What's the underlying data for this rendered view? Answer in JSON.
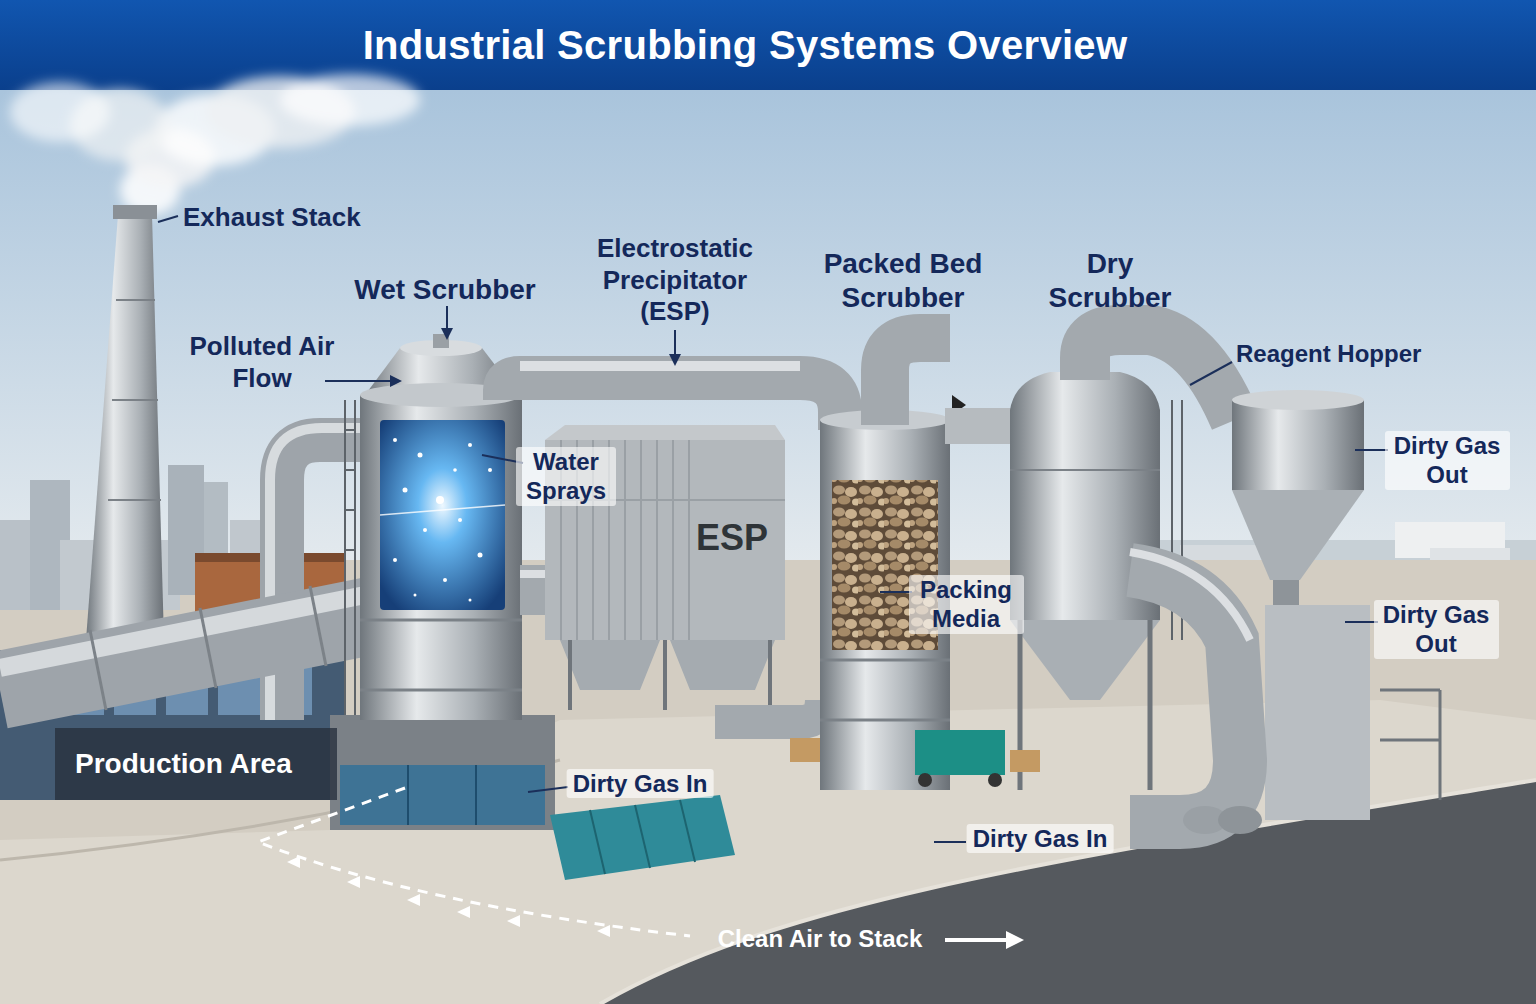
{
  "diagram": {
    "title": "Industrial Scrubbing Systems Overview",
    "nodes": [
      {
        "text": [
          "ESP"
        ]
      },
      {
        "text": [
          "Production Area"
        ]
      }
    ],
    "labels": [
      "Exhaust Stack",
      "Wet Scrubber",
      "Polluted Air Flow",
      "Water Sprays",
      "Electrostatic Precipitator (ESP)",
      "Packed Bed Scrubber",
      "Dry Scrubber",
      "Reagent Hopper",
      "Dirty Gas Out",
      "Packing Media",
      "Dirty Gas Out",
      "Dirty Gas In",
      "Dirty Gas In",
      "Clean Air to Stack"
    ]
  }
}
